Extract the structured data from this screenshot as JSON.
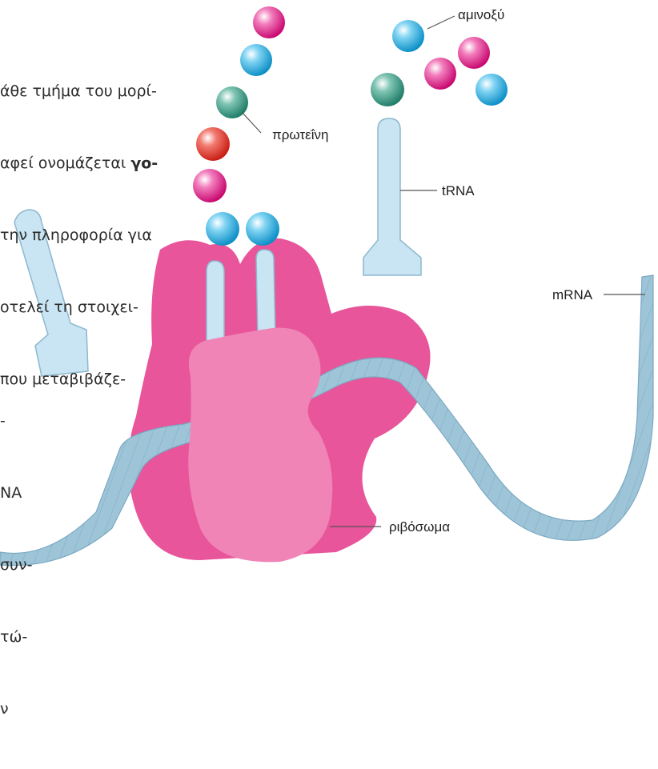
{
  "text_top": {
    "lines": [
      {
        "text": "άθε τμήμα του μορί-"
      },
      {
        "text": "αφεί ονομάζεται ",
        "bold": "γο-"
      },
      {
        "text": "την πληροφορία για"
      },
      {
        "text": "οτελεί τη στοιχει-"
      },
      {
        "text": "που μεταβιβάζε-"
      }
    ]
  },
  "text_bottom": {
    "lines": [
      {
        "text": "-"
      },
      {
        "text": "NA"
      },
      {
        "text": "συν-"
      },
      {
        "text": "τώ-"
      },
      {
        "text": "ν"
      }
    ]
  },
  "labels": {
    "amino_acid": "αμινοξύ",
    "protein": "πρωτεΐνη",
    "trna": "tRNA",
    "mrna": "mRNA",
    "ribosome": "ριβόσωμα"
  },
  "colors": {
    "ribosome_dark": "#e8559a",
    "ribosome_light": "#f084b6",
    "rna": "#9ec4d8",
    "rna_edge": "#7aa9c2",
    "trna_fill": "#c9e4f2",
    "trna_edge": "#8db8cf",
    "bead_blue": "#12a6df",
    "bead_pink": "#e6168b",
    "bead_teal": "#2f9a82",
    "bead_red": "#e33226",
    "leader": "#555555"
  }
}
